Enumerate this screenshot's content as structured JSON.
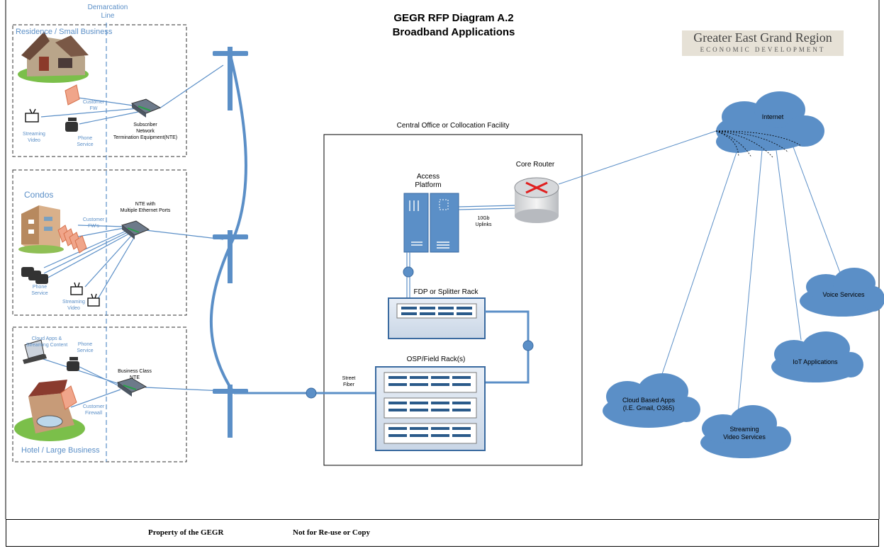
{
  "title": {
    "line1": "GEGR RFP Diagram A.2",
    "line2": "Broadband Applications"
  },
  "logo": {
    "name": "Greater East Grand Region",
    "tagline": "ECONOMIC DEVELOPMENT"
  },
  "demarcation": {
    "line1": "Demarcation",
    "line2": "Line"
  },
  "zones": {
    "residence": {
      "title": "Residence / Small Business",
      "customer_fw": [
        "Customer",
        "FW"
      ],
      "streaming": [
        "Streaming",
        "Video"
      ],
      "phone": [
        "Phone",
        "Service"
      ],
      "nte": [
        "Subscriber",
        "Network",
        "Termination Equipment(NTE)"
      ]
    },
    "condos": {
      "title": "Condos",
      "customer_fw": [
        "Customer",
        "FW's"
      ],
      "phone": [
        "Phone",
        "Service"
      ],
      "streaming": [
        "Streaming",
        "Video"
      ],
      "nte": [
        "NTE with",
        "Multiple Ethernet Ports"
      ]
    },
    "hotel": {
      "title": "Hotel / Large Business",
      "cloud": [
        "Cloud Apps &",
        "Streaming Content"
      ],
      "phone": [
        "Phone",
        "Service"
      ],
      "customer_fw": [
        "Customer",
        "Firewall"
      ],
      "nte": [
        "Business Class",
        "NTE"
      ]
    }
  },
  "facility": {
    "title": "Central Office or Collocation Facility",
    "access_platform": [
      "Access",
      "Platform"
    ],
    "core_router": "Core Router",
    "uplinks": [
      "10Gb",
      "Uplinks"
    ],
    "fdp": "FDP or Splitter Rack",
    "osp": "OSP/Field Rack(s)",
    "street_fiber": [
      "Street",
      "Fiber"
    ]
  },
  "clouds": {
    "internet": "Internet",
    "voice": "Voice Services",
    "iot": "IoT Applications",
    "cloud_apps": [
      "Cloud Based Apps",
      "(I.E. Gmail, O365)"
    ],
    "streaming": [
      "Streaming",
      "Video Services"
    ]
  },
  "footer": {
    "left": "Property of the GEGR",
    "right": "Not for Re-use or Copy"
  },
  "colors": {
    "fiber": "#5b8fc7",
    "label_blue": "#5b8fc7",
    "cloud": "#5b8fc7",
    "router_red": "#e02020",
    "logo_bg": "#e6e1d6"
  }
}
